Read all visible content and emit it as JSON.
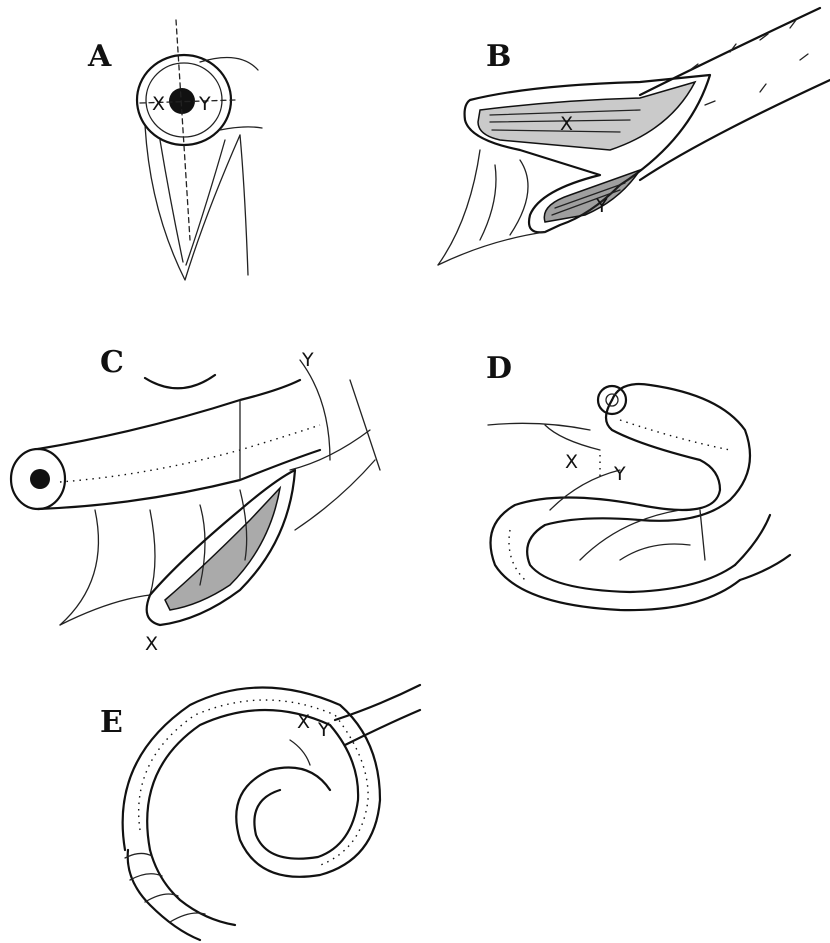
{
  "panels": [
    {
      "id": "A",
      "label": "A",
      "marks": [
        "X",
        "Y"
      ]
    },
    {
      "id": "B",
      "label": "B",
      "marks": [
        "X",
        "Y"
      ]
    },
    {
      "id": "C",
      "label": "C",
      "marks": [
        "Y",
        "X"
      ]
    },
    {
      "id": "D",
      "label": "D",
      "marks": [
        "X",
        "Y"
      ]
    },
    {
      "id": "E",
      "label": "E",
      "marks": [
        "X",
        "Y"
      ]
    }
  ]
}
